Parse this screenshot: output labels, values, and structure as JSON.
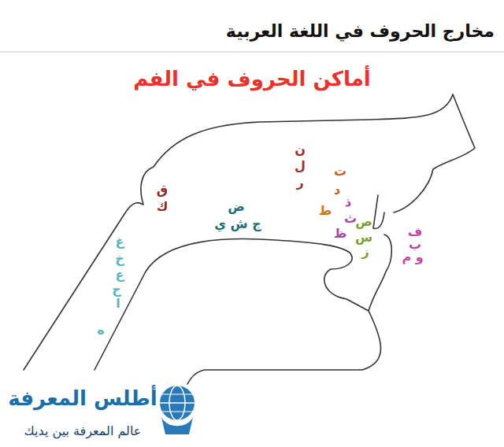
{
  "diagram": {
    "title": "مخارج الحروف في اللغة العربية",
    "labels": [
      "أماكن الحروف في الفم",
      "ق",
      "ك",
      "ض",
      "ج ش ي",
      "ن",
      "ل",
      "ر",
      "ت",
      "د",
      "ط",
      "ذ",
      "ث",
      "ظ",
      "ص",
      "س",
      "ز",
      "ف",
      "ب",
      "و م",
      "غ",
      "خ",
      "ع",
      "ح",
      "ا",
      "ه",
      "أطلس المعرفة",
      "عالم المعرفة بين يديك"
    ]
  }
}
